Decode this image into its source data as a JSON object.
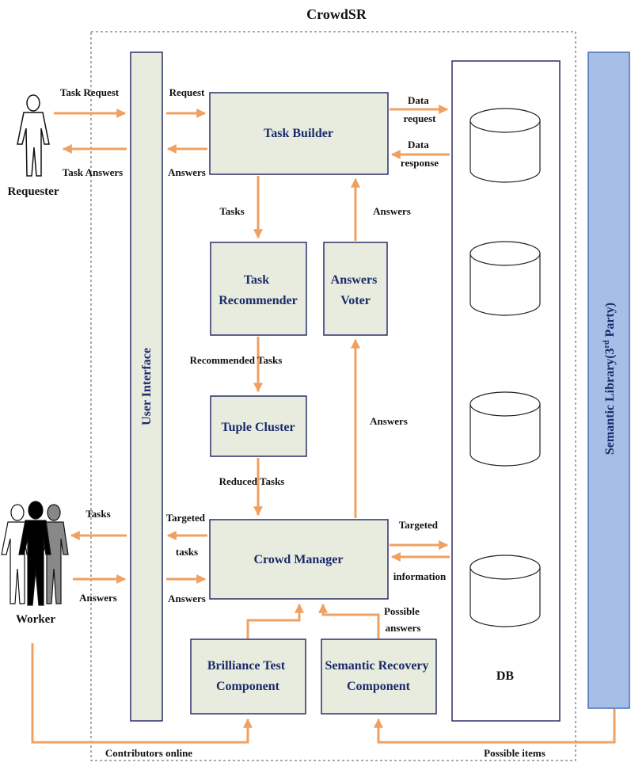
{
  "title": "CrowdSR",
  "colors": {
    "arrow": "#f0a060",
    "box_fill": "#e8ecde",
    "box_border": "#2b2f6b",
    "box_text": "#1a2a6c",
    "semantic_fill": "#a7bfe6"
  },
  "actors": {
    "requester": "Requester",
    "worker": "Worker"
  },
  "components": {
    "user_interface": "User Interface",
    "task_builder": "Task Builder",
    "task_recommender": [
      "Task",
      "Recommender"
    ],
    "answers_voter": [
      "Answers",
      "Voter"
    ],
    "tuple_cluster": "Tuple Cluster",
    "crowd_manager": "Crowd Manager",
    "brilliance_test": [
      "Brilliance Test",
      "Component"
    ],
    "semantic_recovery": [
      "Semantic Recovery",
      "Component"
    ],
    "db": "DB",
    "semantic_library": "Semantic Library(3",
    "semantic_library_sup": "rd",
    "semantic_library_end": " Party)"
  },
  "labels": {
    "task_request": "Task Request",
    "task_answers": "Task Answers",
    "request": "Request",
    "answers_top": "Answers",
    "data_request": [
      "Data",
      "request"
    ],
    "data_response": [
      "Data",
      "response"
    ],
    "tasks_down": "Tasks",
    "answers_up": "Answers",
    "recommended_tasks": "Recommended  Tasks",
    "answers_mid": "Answers",
    "reduced_tasks": "Reduced  Tasks",
    "worker_tasks": "Tasks",
    "worker_answers": "Answers",
    "targeted_tasks": [
      "Targeted",
      "tasks"
    ],
    "ui_answers": "Answers",
    "targeted_information": [
      "Targeted",
      "information"
    ],
    "possible_answers": [
      "Possible",
      "answers"
    ],
    "contributors_online": "Contributors online",
    "possible_items": "Possible items"
  }
}
